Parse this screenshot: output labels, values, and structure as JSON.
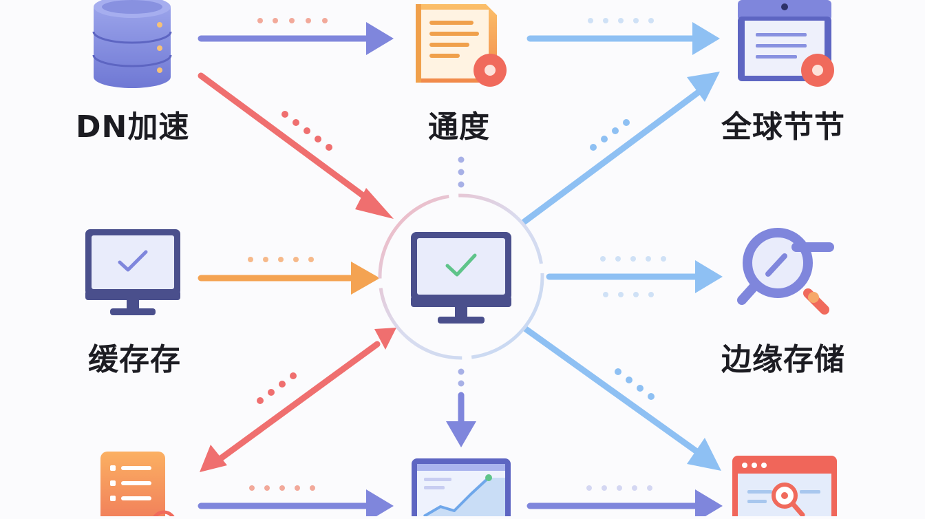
{
  "labels": {
    "cdn": "DN加速",
    "dispatch": "通度",
    "global_nodes": "全球节节",
    "cache": "缓存存",
    "edge_storage": "边缘存储"
  },
  "colors": {
    "purple": "#7f86dc",
    "red": "#ef6f6f",
    "orange": "#f4a352",
    "blue": "#8ec0f3",
    "dark_navy": "#4a4f8c",
    "screen": "#e9ecfb",
    "green_check": "#5fc48a"
  },
  "icons": {
    "cdn": "database-icon",
    "dispatch": "document-icon",
    "global_nodes": "calendar-window-icon",
    "cache": "monitor-check-icon",
    "center": "monitor-check-icon",
    "edge_storage": "magnifier-icon",
    "bottom_left": "server-list-icon",
    "bottom_center": "analytics-chart-icon",
    "bottom_right": "browser-search-icon"
  }
}
